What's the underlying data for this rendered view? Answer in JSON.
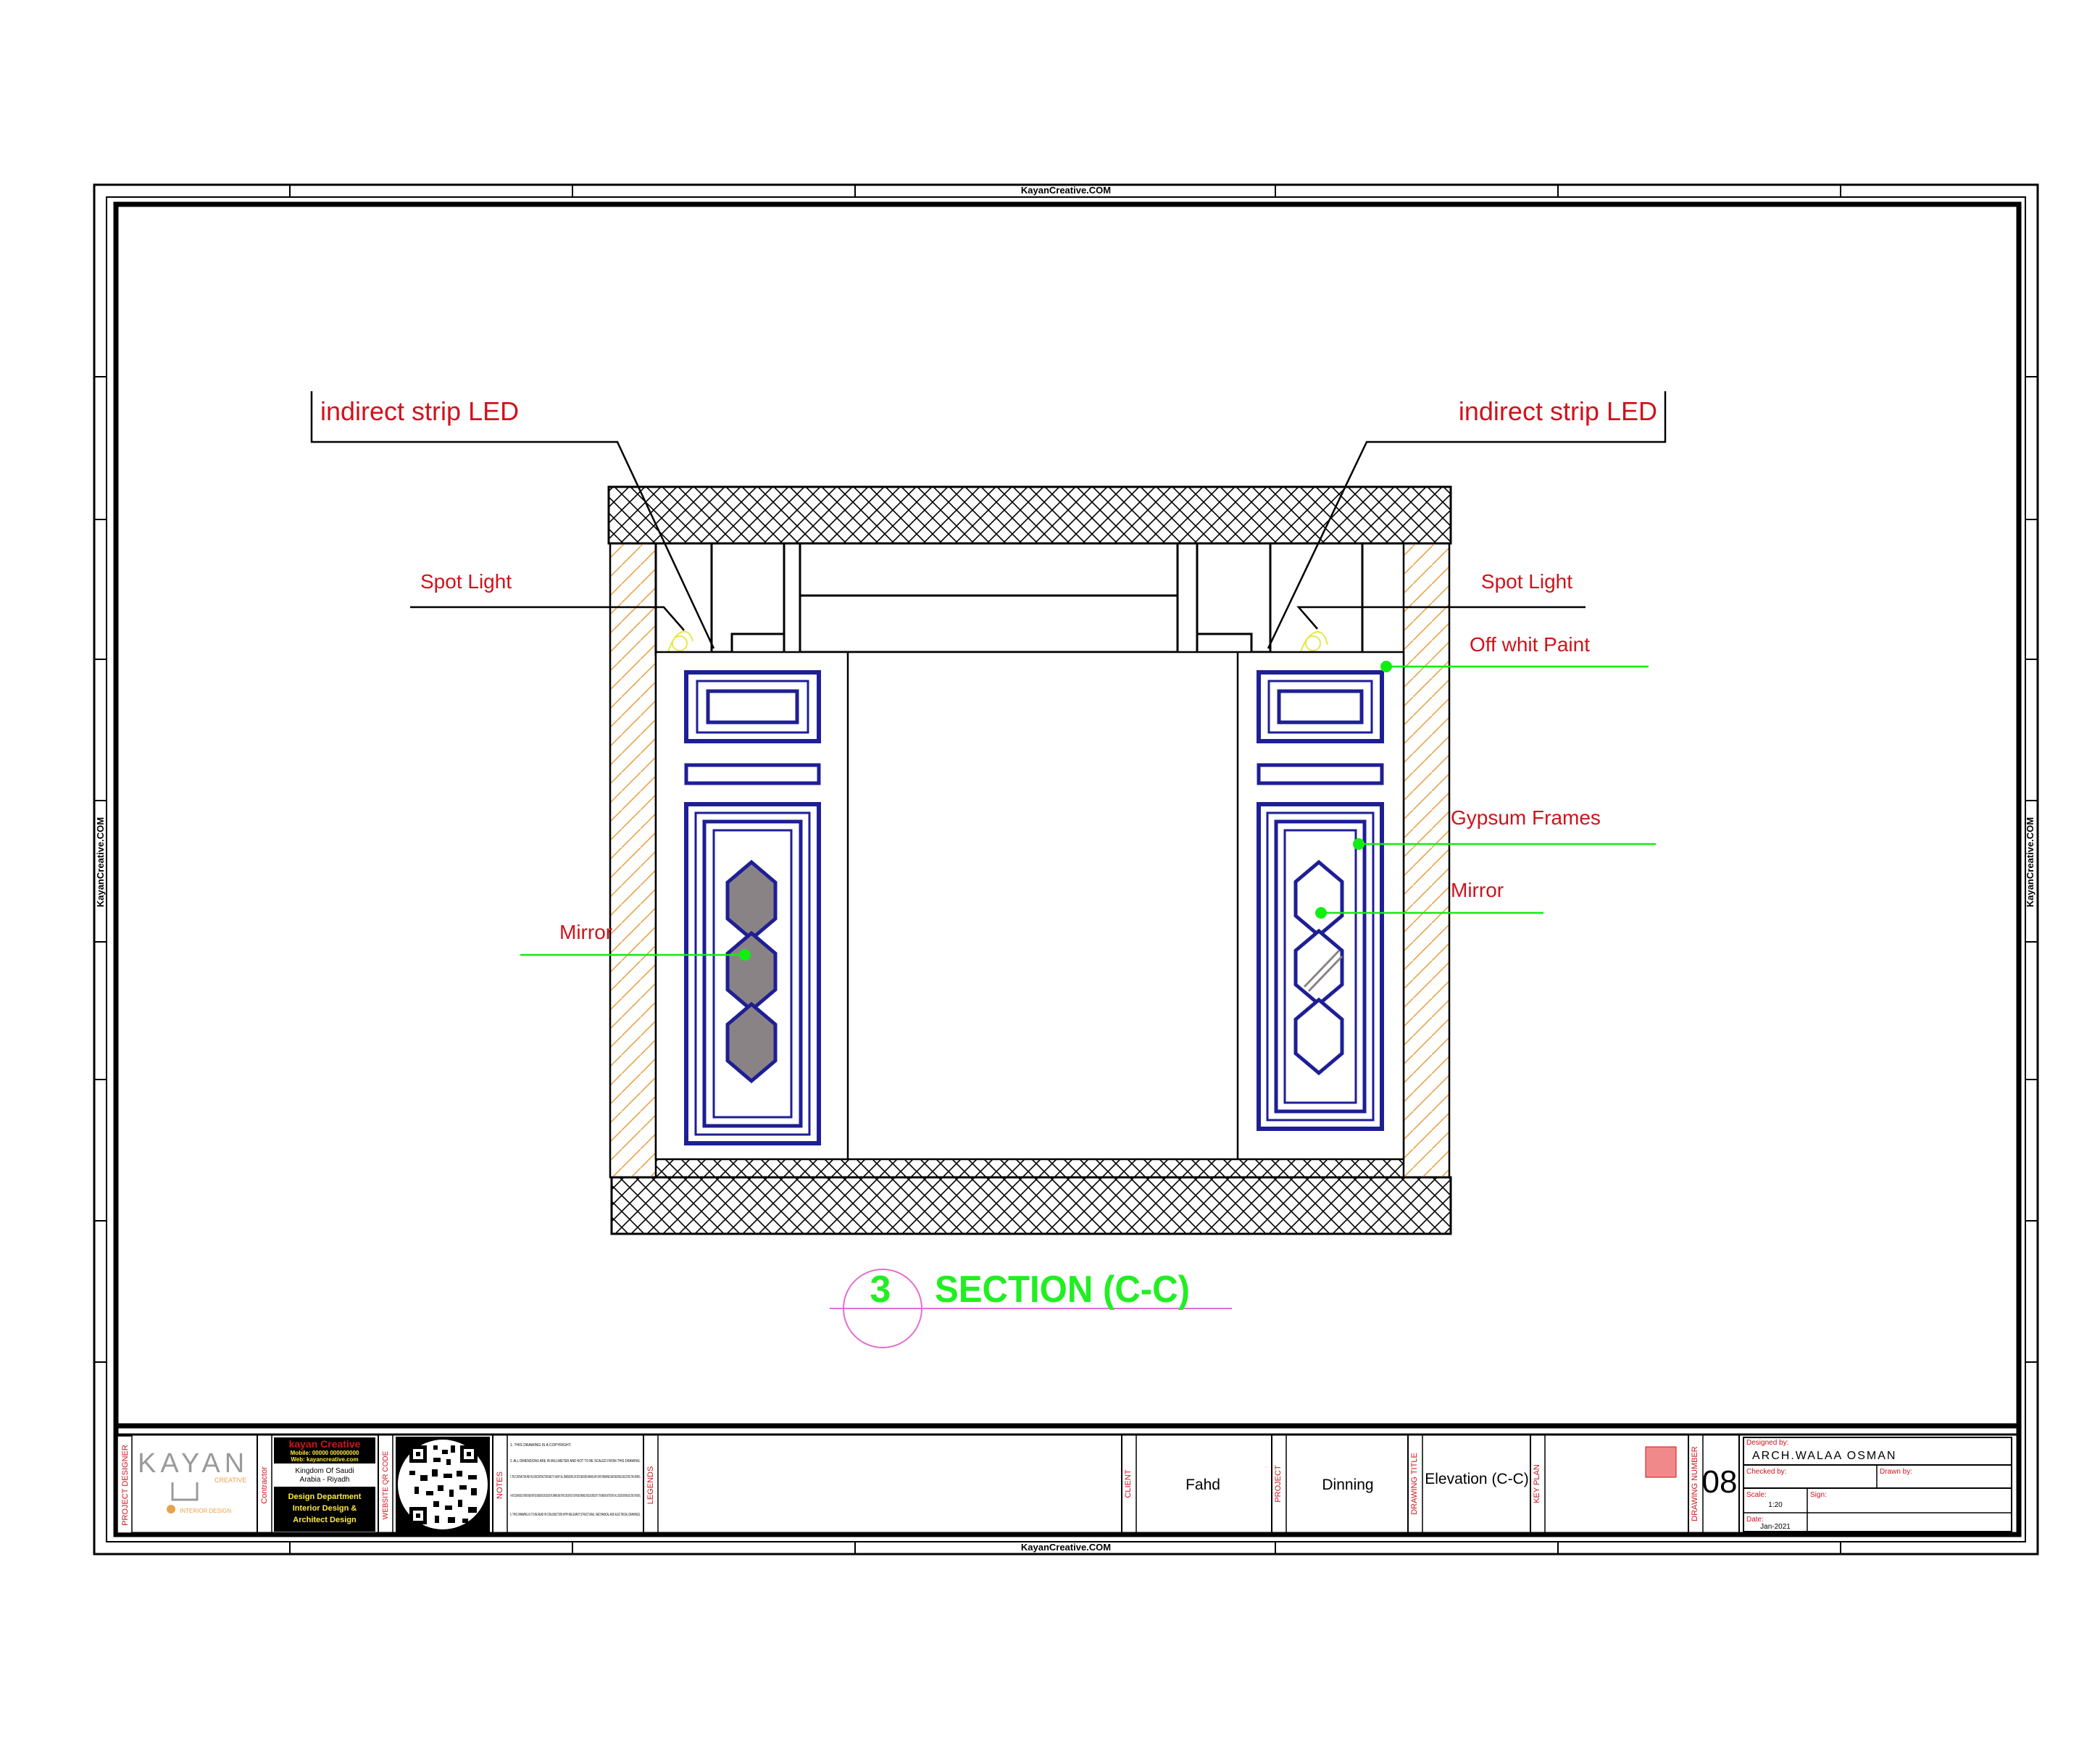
{
  "sheet": {
    "website_top": "KayanCreative.COM",
    "website_bottom": "KayanCreative.COM",
    "website_left": "KayanCreative.COM",
    "website_right": "KayanCreative.COM"
  },
  "colors": {
    "frame": "#000000",
    "annotation_red": "#d0121b",
    "leader_green": "#11ee11",
    "title_green": "#22ee22",
    "gypsum_blue": "#1e1f94",
    "mirror_gray": "#8a8385",
    "hatch_orange": "#e8a24a",
    "title_line_magenta": "#e26fcf"
  },
  "drawing": {
    "labels": {
      "led_left": "indirect strip LED",
      "led_right": "indirect strip LED",
      "spot_left": "Spot Light",
      "spot_right": "Spot Light",
      "paint": "Off whit Paint",
      "gypsum": "Gypsum Frames",
      "mirror_left": "Mirror",
      "mirror_right": "Mirror"
    },
    "section_number": "3",
    "section_title": "SECTION (C-C)"
  },
  "title_block": {
    "project_designer_label": "PROJECT DESIGNER",
    "logo_text": "KAYAN",
    "logo_sub": "CREATIVE",
    "logo_tag": "INTERIOR DESIGN",
    "contractor_label": "Contractor",
    "company_name": "kayan Creative",
    "company_mobile": "Mobile: 00000 000000000",
    "company_web": "Web: kayancreative.com",
    "company_country": "Kingdom Of Saudi",
    "company_city": "Arabia  -  Riyadh",
    "company_dept1": "Design Department",
    "company_dept2": "Interior Design &",
    "company_dept3": "Architect Design",
    "qr_label": "WEBSITE QR CODE",
    "notes_label": "NOTES",
    "notes": [
      "1. THIS DRAWING IS A COPYRIGHT.",
      "2. ALL DIMENSIONS ARE IN MILLIMETER AND NOT TO BE SCALED FROM THIS DRAWING.",
      "3. THE CONTRACTOR AND HIS SUBCONTRACTORS ARE TO VERIFY ALL DIMENSIONS ON SITE BEFORE MAKING ANY SHOP DRAWINGS AND BEFORE EXECUTING THE WORKS.",
      "4. ANY DISCREPANCIES EITHER BETWEEN WRITTEN DIMENSIONS OR DESIGNS THIS DRAWING AND OTHER CONSULTANTS OR SUPPLIERS DRAWINGS SHOULD BE BROUGHT TO THE IMMEDIATE ATTENTION OF ALL CONCERNS BEFORE EXECUTING THE WORKS.",
      "5. THIS DRAWING IS TO BE READ IN CONJUNCTION WITH RELEVANT STRUCTURAL, MECHANICAL AND ELECTRICAL DRAWINGS."
    ],
    "legends_label": "LEGENDS",
    "client_label": "CLIENT",
    "client_value": "Fahd",
    "project_label": "PROJECT",
    "project_value": "Dinning",
    "drawing_title_label": "DRAWING TITLE",
    "drawing_title_value": "Elevation (C-C)",
    "key_plan_label": "KEY PLAN",
    "drawing_number_label": "DRAWING NUMBER",
    "drawing_number_value": "08",
    "designed_by_label": "Designed by:",
    "designed_by_value": "ARCH.WALAA OSMAN",
    "checked_by_label": "Checked by:",
    "drawn_by_label": "Drawn by:",
    "scale_label": "Scale:",
    "scale_value": "1:20",
    "sign_label": "Sign:",
    "date_label": "Date:",
    "date_value": "Jan-2021"
  }
}
